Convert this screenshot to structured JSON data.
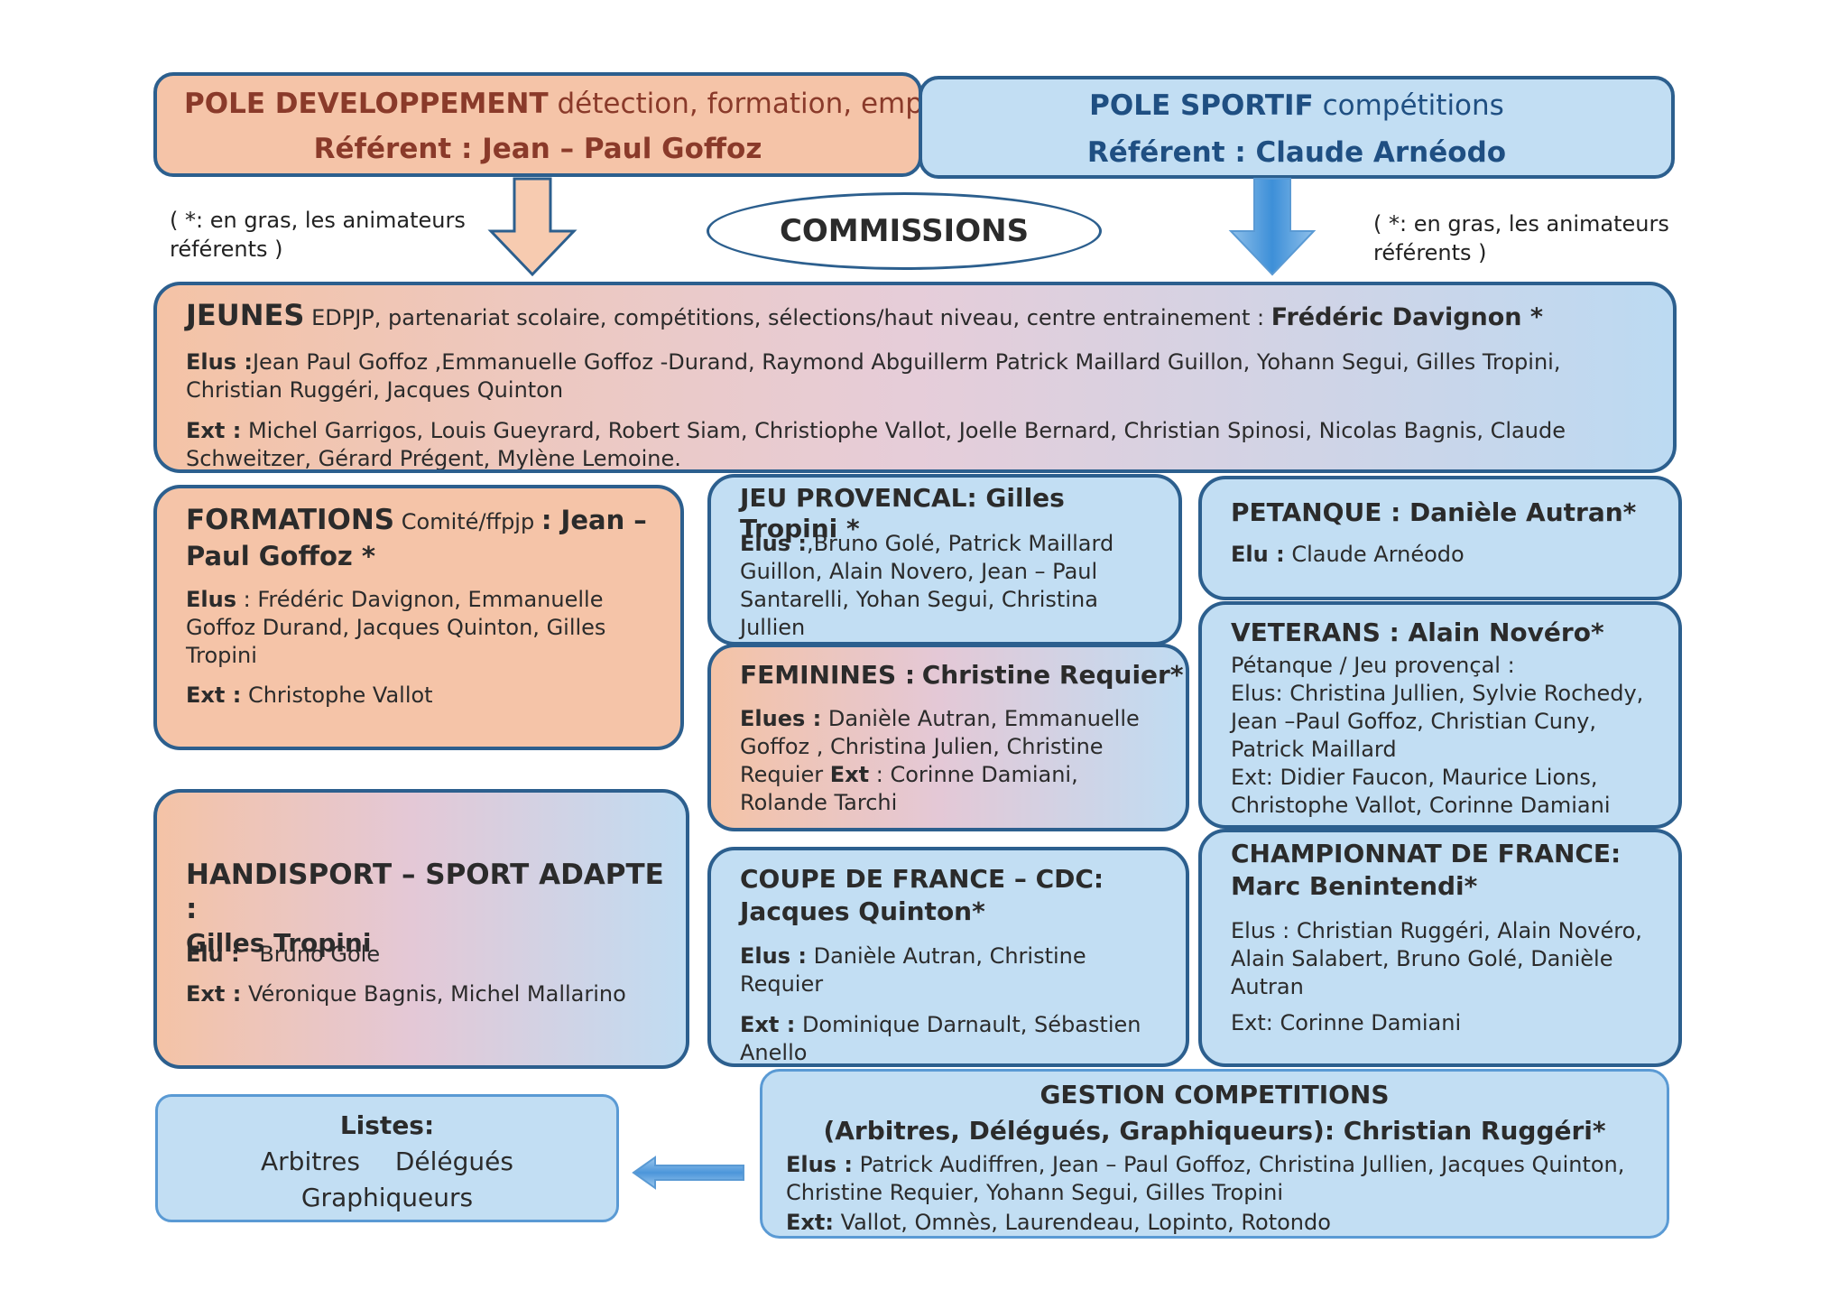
{
  "pole_dev": {
    "title": "POLE DEVELOPPEMENT",
    "subtitle": "détection, formation, emploi",
    "referent_label": "Référent :",
    "referent_name": "Jean – Paul Goffoz"
  },
  "pole_sportif": {
    "title": "POLE SPORTIF",
    "subtitle": "compétitions",
    "referent_label": "Référent :",
    "referent_name": "Claude Arnéodo"
  },
  "note_left": {
    "line1": "( *: en gras, les animateurs",
    "line2": "référents )"
  },
  "note_right": {
    "line1": "( *: en gras, les animateurs",
    "line2": "référents )"
  },
  "commissions_label": "COMMISSIONS",
  "jeunes": {
    "title": "JEUNES",
    "desc": "EDPJP, partenariat scolaire, compétitions, sélections/haut niveau, centre entrainement :",
    "referent": "Frédéric Davignon *",
    "elus_label": "Elus :",
    "elus": "Jean Paul Goffoz ,Emmanuelle Goffoz -Durand, Raymond Abguillerm Patrick Maillard Guillon, Yohann Segui, Gilles Tropini, Christian Ruggéri, Jacques Quinton",
    "ext_label": "Ext :",
    "ext": "Michel Garrigos, Louis Gueyrard, Robert Siam, Christiophe Vallot, Joelle Bernard, Christian Spinosi, Nicolas Bagnis, Claude Schweitzer, Gérard Prégent, Mylène Lemoine."
  },
  "formations": {
    "title": "FORMATIONS",
    "desc": "Comité/ffpjp",
    "referent": ": Jean – Paul Goffoz *",
    "elus_label": "Elus",
    "elus": ": Frédéric Davignon, Emmanuelle Goffoz Durand, Jacques Quinton, Gilles Tropini",
    "ext_label": "Ext :",
    "ext": "Christophe Vallot"
  },
  "jeu_provencal": {
    "title": "JEU PROVENCAL: Gilles Tropini *",
    "elus_label": "Elus :",
    "elus": ",Bruno Golé, Patrick Maillard Guillon, Alain Novero, Jean – Paul Santarelli, Yohan Segui, Christina Jullien"
  },
  "petanque": {
    "title": "PETANQUE : Danièle Autran*",
    "elus_label": "Elu :",
    "elus": "Claude Arnéodo"
  },
  "feminines": {
    "title": "FEMININES :",
    "referent": "Christine Requier*",
    "elus_label": "Elues :",
    "elus": "Danièle Autran, Emmanuelle Goffoz , Christina Julien, Christine Requier",
    "ext_label": "Ext",
    "ext": ": Corinne Damiani, Rolande Tarchi"
  },
  "veterans": {
    "title": "VETERANS : Alain Novéro*",
    "line1": "Pétanque / Jeu provençal :",
    "line2": "Elus: Christina Jullien, Sylvie Rochedy, Jean –Paul Goffoz, Christian Cuny, Patrick Maillard",
    "line3": "Ext: Didier Faucon, Maurice Lions, Christophe Vallot, Corinne Damiani"
  },
  "handisport": {
    "title": "HANDISPORT – SPORT ADAPTE :",
    "referent": "Gilles Tropini",
    "elus_label": "Elu :",
    "elus": "Bruno Gole",
    "ext_label": "Ext :",
    "ext": "Véronique Bagnis, Michel Mallarino"
  },
  "coupe": {
    "title1": "COUPE DE FRANCE – CDC:",
    "title2": "Jacques Quinton*",
    "elus_label": "Elus :",
    "elus": "Danièle Autran, Christine Requier",
    "ext_label": "Ext :",
    "ext": "Dominique Darnault, Sébastien Anello"
  },
  "championnat": {
    "title1": "CHAMPIONNAT DE FRANCE:",
    "title2": "Marc Benintendi*",
    "elus": "Elus : Christian Ruggéri, Alain Novéro, Alain Salabert, Bruno Golé, Danièle Autran",
    "ext": "Ext: Corinne Damiani"
  },
  "listes": {
    "title": "Listes:",
    "item1": "Arbitres",
    "item2": "Délégués",
    "item3": "Graphiqueurs"
  },
  "gestion": {
    "title1": "GESTION COMPETITIONS",
    "title2": "(Arbitres, Délégués, Graphiqueurs): Christian Ruggéri*",
    "elus_label": "Elus :",
    "elus": "Patrick Audiffren, Jean – Paul Goffoz, Christina Jullien, Jacques Quinton, Christine Requier, Yohann Segui, Gilles Tropini",
    "ext_label": "Ext:",
    "ext": "Vallot, Omnès, Laurendeau, Lopinto, Rotondo"
  },
  "colors": {
    "border": "#2c5f8e",
    "orange": "#f5c4a8",
    "blue": "#c2def3",
    "title_dev": "#8a3a2a",
    "title_sport": "#1f4f82"
  }
}
